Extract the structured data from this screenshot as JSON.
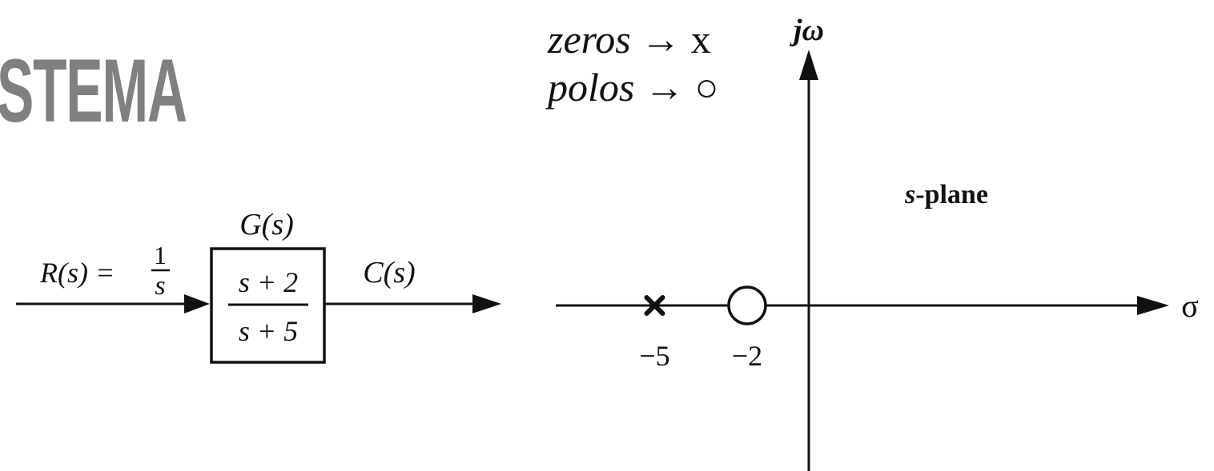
{
  "title": "STEMA",
  "legend": {
    "zeros_term": "zeros",
    "zeros_arrow": "→",
    "zeros_symbol": "x",
    "poles_term": "polos",
    "poles_arrow": "→",
    "poles_symbol": "○"
  },
  "block_diagram": {
    "block_label": "G(s)",
    "input_lhs": "R(s) =",
    "input_numerator": "1",
    "input_denominator": "s",
    "tf_numerator": "s + 2",
    "tf_denominator": "s + 5",
    "output_label": "C(s)"
  },
  "s_plane": {
    "imag_axis_label": "jω",
    "real_axis_label": "σ",
    "plane_label_var": "s",
    "plane_label_suffix": "-plane",
    "markers": [
      {
        "type": "pole",
        "symbol": "x",
        "value": -5,
        "label": "−5"
      },
      {
        "type": "zero",
        "symbol": "o",
        "value": -2,
        "label": "−2"
      }
    ]
  }
}
